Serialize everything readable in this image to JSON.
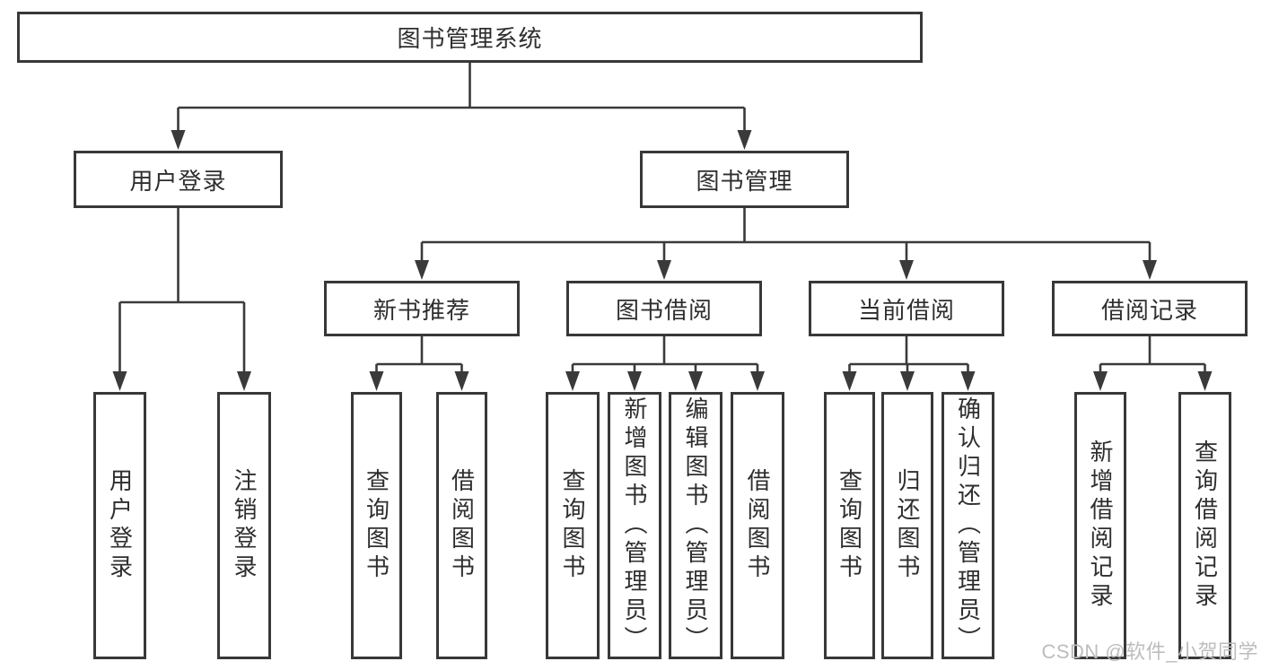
{
  "diagram": {
    "root": {
      "label": "图书管理系统"
    },
    "level2": [
      {
        "label": "用户登录",
        "children": [
          {
            "label": "用户登录"
          },
          {
            "label": "注销登录"
          }
        ]
      },
      {
        "label": "图书管理"
      }
    ],
    "level3": [
      {
        "label": "新书推荐",
        "children": [
          {
            "label": "查询图书"
          },
          {
            "label": "借阅图书"
          }
        ]
      },
      {
        "label": "图书借阅",
        "children": [
          {
            "label": "查询图书"
          },
          {
            "label": "新增图书（管理员）"
          },
          {
            "label": "编辑图书（管理员）"
          },
          {
            "label": "借阅图书"
          }
        ]
      },
      {
        "label": "当前借阅",
        "children": [
          {
            "label": "查询图书"
          },
          {
            "label": "归还图书"
          },
          {
            "label": "确认归还（管理员）"
          }
        ]
      },
      {
        "label": "借阅记录",
        "children": [
          {
            "label": "新增借阅记录"
          },
          {
            "label": "查询借阅记录"
          }
        ]
      }
    ]
  },
  "watermark": {
    "text": "CSDN @软件_小贺同学"
  },
  "colors": {
    "line": "#3a3a3a",
    "border": "#383838",
    "text": "#2e2e2e",
    "watermark": "#bdbdbd",
    "background": "#ffffff"
  }
}
